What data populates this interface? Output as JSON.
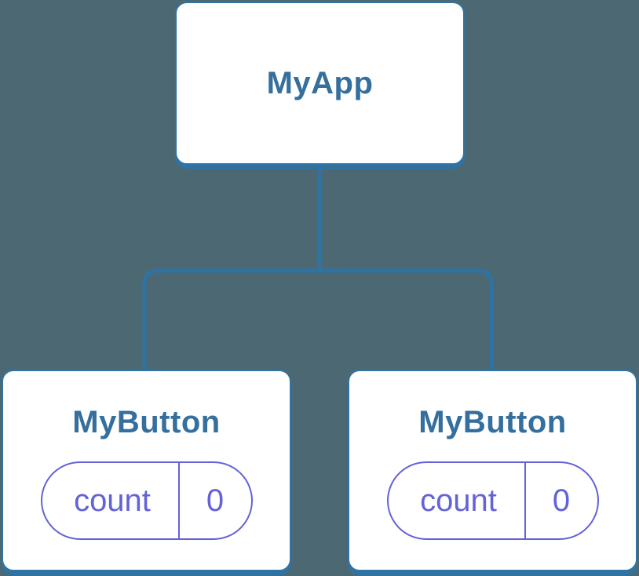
{
  "colors": {
    "background": "#4C6873",
    "line-blue": "#2E73A3",
    "node-border": "#3074A4",
    "node-fill": "#FFFFFF",
    "title-blue": "#346F9D",
    "state-purple": "#6362D9"
  },
  "tree": {
    "root": {
      "label": "MyApp"
    },
    "children": [
      {
        "label": "MyButton",
        "state": {
          "key": "count",
          "value": "0"
        }
      },
      {
        "label": "MyButton",
        "state": {
          "key": "count",
          "value": "0"
        }
      }
    ]
  }
}
